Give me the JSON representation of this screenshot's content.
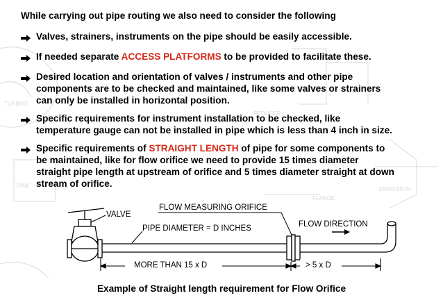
{
  "heading": "While carrying out pipe routing we also need to consider the following",
  "bullets": [
    {
      "lines": [
        "Valves, strainers, instruments on the pipe should be easily accessible."
      ]
    },
    {
      "before": "If needed separate ",
      "highlight": "ACCESS PLATFORMS",
      "after": " to be provided to facilitate these."
    },
    {
      "lines": [
        "Desired location and orientation of valves / instruments and other pipe",
        "components are to be checked and maintained, like some valves or strainers",
        "can only be installed in horizontal position."
      ]
    },
    {
      "lines": [
        "Specific requirements for instrument installation to be checked, like",
        "temperature gauge can not be installed in pipe which is less than 4 inch in size."
      ]
    },
    {
      "before": "Specific requirements of ",
      "highlight": "STRAIGHT LENGTH",
      "after_lines": [
        " of pipe for some components to",
        "be maintained, like for flow orifice we need to provide 15 times diameter",
        "straight pipe length at upstream of orifice and 5 times diameter straight at down",
        "stream of orifice."
      ]
    }
  ],
  "figure": {
    "valve_label": "VALVE",
    "orifice_label": "FLOW MEASURING ORIFICE",
    "pipe_diameter_label": "PIPE DIAMETER = D INCHES",
    "flow_direction_label": "FLOW DIRECTION",
    "upstream_length_label": "MORE THAN 15 x D",
    "downstream_length_label": "> 5 x D"
  },
  "watermark_labels": [
    "TURBINE",
    "REDUCER",
    "TANK",
    "FLANGE",
    "STANCHION"
  ],
  "caption": "Example of Straight length requirement for Flow Orifice",
  "colors": {
    "highlight": "#d42a18",
    "watermark": "#d9d9d9"
  }
}
